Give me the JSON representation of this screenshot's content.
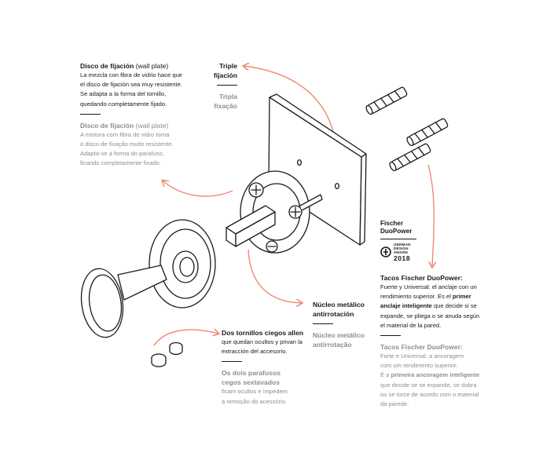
{
  "wall_plate": {
    "es_title_bold": "Disco de fijación",
    "es_title_light": " (wall plate)",
    "es_lines": [
      "La mezcla con fibra de vidrio hace que",
      "el disco de fijación sea muy resistente.",
      "Se adapta a la forma del tornillo,",
      "quedando completamente fijado."
    ],
    "pt_title_bold": "Disco de fijación",
    "pt_title_light": " (wall plate)",
    "pt_lines": [
      "A mistura com fibra de vidro torna",
      "o disco de fixação muito resistente.",
      "Adapta-se à forma do parafuso,",
      "ficando completamente fixado."
    ]
  },
  "triple": {
    "es_lines": [
      "Triple",
      "fijación"
    ],
    "pt_lines": [
      "Tripla",
      "fixação"
    ]
  },
  "badge": {
    "name_lines": [
      "Fischer",
      "DuoPower"
    ],
    "award_lines": [
      "GERMAN",
      "DESIGN",
      "AWARD"
    ],
    "award_year": "2018"
  },
  "tacos": {
    "es_title": "Tacos Fischer DuoPower:",
    "es_lines": [
      "Fuerte y Universal: el anclaje con un",
      "rendimiento superior. Es el"
    ],
    "es_bold": "primer",
    "es_bold2": "anclaje inteligente",
    "es_rest": " que decide si se",
    "es_lines2": [
      "expande, se pliega o se anuda según",
      "el material de la pared."
    ],
    "pt_title": "Tacos Fischer DuoPower:",
    "pt_lines": [
      "Forte e Universal: a ancoragem",
      "com um rendimento superior."
    ],
    "pt_pre": "É a ",
    "pt_bold": "primeira ancoragem inteligente",
    "pt_lines2": [
      "que decide se se expande, se dobra",
      "ou se torce de acordo com o material",
      "da parede."
    ]
  },
  "nucleo": {
    "es_lines": [
      "Núcleo metálico",
      "antirrotación"
    ],
    "pt_lines": [
      "Núcleo metálico",
      "antirrotação"
    ]
  },
  "tornillos": {
    "es_title": "Dos tornillos ciegos allen",
    "es_lines": [
      "que quedan ocultos y privan la",
      "extracción del accesorio."
    ],
    "pt_title_lines": [
      "Os dois parafusos",
      "cegos sextavados"
    ],
    "pt_lines": [
      "ficam ocultos e impedem",
      "a remoção do acessório."
    ]
  },
  "colors": {
    "arrow": "#f08a72",
    "ink": "#1a1a1a",
    "translation": "#8e8e8e"
  }
}
